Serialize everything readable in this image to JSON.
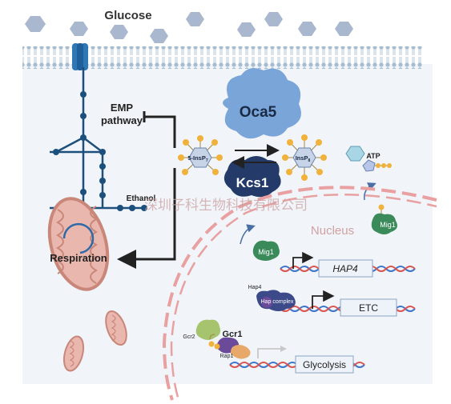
{
  "labels": {
    "glucose": "Glucose",
    "emp_line1": "EMP",
    "emp_line2": "pathway",
    "ethanol": "Ethanol",
    "respiration": "Respiration",
    "oca5": "Oca5",
    "kcs1": "Kcs1",
    "inositol_left": "5-InsP",
    "inositol_left_sub": "7",
    "inositol_right": "InsP",
    "inositol_right_sub": "8",
    "atp": "ATP",
    "mig1_cytoplasm": "Mig1",
    "mig1_nucleus": "Mig1",
    "nucleus": "Nucleus",
    "hap4_gene": "HAP4",
    "hap4_small": "Hap4",
    "hap_complex": "Hap complex",
    "etc": "ETC",
    "gcr2": "Gcr2",
    "gcr1": "Gcr1",
    "rap1": "Rap1",
    "glycolysis": "Glycolysis",
    "watermark": "深圳子科生物科技有限公司"
  },
  "colors": {
    "membrane": "#9fb3c8",
    "hexagon": "#a9b8cf",
    "transporter": "#2f77b5",
    "pathway": "#1c4f7c",
    "mitochondria_outer": "#c9877a",
    "mitochondria_fill": "#e9b7ad",
    "nucleus_envelope": "#e8a0a0",
    "protein_blue": "#7aa5d8",
    "protein_dark": "#243b6a",
    "mig1": "#3a8a5a",
    "dna_blue": "#3c74c9",
    "dna_red": "#d9534f",
    "inositol": "#f0b23a"
  }
}
